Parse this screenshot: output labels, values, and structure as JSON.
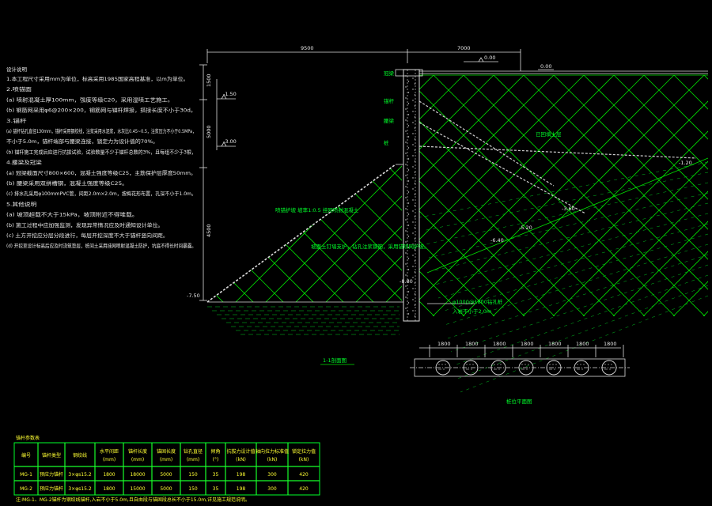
{
  "notes": {
    "title": "设计说明",
    "lines": [
      "1.本工程尺寸采用mm为单位，标高采用1985国家高程基准，以m为单位。",
      "2.喷锚面",
      "(a) 喷射混凝土厚100mm，强度等级C20，采用湿喷工艺施工。",
      "(b) 钢筋网采用φ6@200×200，钢筋网与锚杆焊接，搭接长度不小于30d。",
      "3.锚杆",
      "(a) 锚杆钻孔直径130mm，锚杆采用钢绞线，注浆采用水泥浆，水灰比0.45~0.5，注浆压力不小于0.5MPa，",
      "不小于5.0m，锚杆端部与腰梁连接，锁定力为设计值的70%。",
      "(b) 锚杆施工完成后应进行抗拔试验，试验数量不少于锚杆总数的3%，且每组不少于3根，",
      "4.腰梁及冠梁",
      "(a) 冠梁截面尺寸800×600，混凝土强度等级C25，主筋保护层厚度50mm。",
      "(b) 腰梁采用双拼槽钢，混凝土强度等级C25。",
      "(c) 排水孔采用φ100mmPVC管，间距2.0m×2.0m，按梅花形布置，孔深不小于1.0m。",
      "5.其他说明",
      "(a) 坡顶超载不大于15kPa，坡顶附近不得堆载。",
      "(b) 施工过程中应加强监测，发现异常情况应及时通知设计单位。",
      "(c) 土方开挖应分层分段进行，每层开挖深度不大于锚杆竖向间距。",
      "(d) 开挖至设计标高后应及时浇筑垫层，桩间土采用挂网喷射混凝土防护，坑底不得长时间暴露。"
    ]
  },
  "drawing": {
    "top_dim_left": "9500",
    "top_dim_right": "7000",
    "left_dims": [
      "1500",
      "5000",
      "4500"
    ],
    "elev_top": "0.00",
    "elev_mid": "-1.50",
    "elev_low": "-3.00",
    "elev_bottom": "-7.50",
    "right_elev_1": "0.00",
    "right_elev_2": "-1.20",
    "right_elev_3": "-3.60",
    "right_elev_4": "-5.20",
    "right_elev_5": "-6.40",
    "pile_labels": [
      "冠梁",
      "锚杆",
      "腰梁",
      "桩"
    ],
    "slope_label": "喷锚护坡 坡率1:0.5 挂网喷射混凝土",
    "slope_note": "坡面土钉墙支护，钻孔注浆钢筋，采用锚喷网护坡。",
    "soil_label": "已回填土层",
    "anchor_label": "φ1000@1800钻孔桩",
    "embed_label": "入岩不小于2.0m",
    "bottom_elev": "-8.60",
    "section_title": "1-1剖面图",
    "plan_title": "桩位平面图",
    "plan_dims": [
      "1800",
      "1800",
      "1800",
      "1800",
      "1800",
      "1800",
      "1800"
    ]
  },
  "table": {
    "title": "锚杆参数表",
    "headers": [
      "编号",
      "锚杆类型",
      "钢绞线",
      "水平间距(mm)",
      "锚杆长度(mm)",
      "锚固长度(mm)",
      "钻孔直径(mm)",
      "倾角(°)",
      "抗拔力设计值(kN)",
      "轴向拉力标准值(kN)",
      "锁定拉力值(kN)"
    ],
    "rows": [
      [
        "MG-1",
        "预应力锚杆",
        "3×φs15.2",
        "1800",
        "18000",
        "5000",
        "150",
        "35",
        "198",
        "300",
        "420"
      ],
      [
        "MG-2",
        "预应力锚杆",
        "3×φs15.2",
        "1800",
        "15000",
        "5000",
        "150",
        "35",
        "198",
        "300",
        "420"
      ]
    ],
    "footnote": "注:MG-1、MG-2锚杆为钢绞线锚杆,入岩不小于5.0m,且自由段与锚固段总长不小于15.0m,详见施工规范说明。"
  }
}
